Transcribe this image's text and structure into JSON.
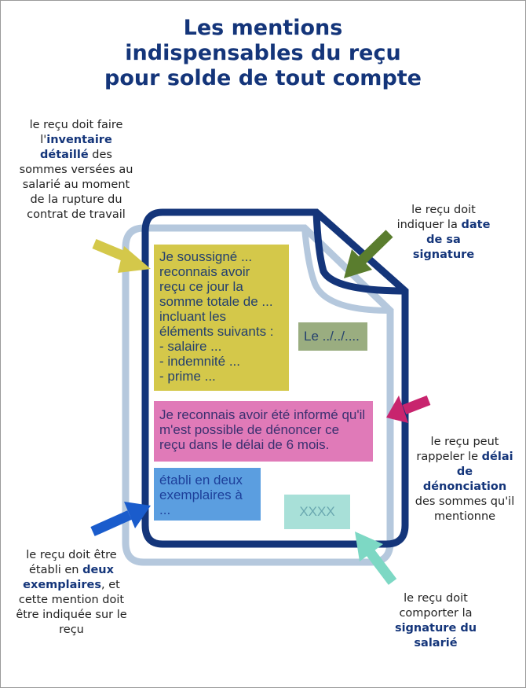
{
  "title": [
    "Les mentions",
    "indispensables du reçu",
    "pour solde de tout compte"
  ],
  "annotations": {
    "inventory": {
      "pre": "le reçu doit faire l'",
      "bold": "inventaire détaillé",
      "post": " des sommes versées au salarié au moment de la rupture du contrat de travail"
    },
    "date": {
      "pre": "le reçu doit indiquer la ",
      "bold": "date de sa signature",
      "post": ""
    },
    "delay": {
      "pre": "le reçu peut rappeler le ",
      "bold": "délai de dénonciation",
      "post": " des sommes qu'il mentionne"
    },
    "copies": {
      "pre": "le reçu doit être établi en ",
      "bold": "deux exemplaires",
      "post": ", et cette mention doit être indiquée sur le reçu"
    },
    "signature": {
      "pre": "le reçu doit comporter la ",
      "bold": "signature du salarié",
      "post": ""
    }
  },
  "document": {
    "statement_lines": [
      "Je soussigné ...",
      "reconnais avoir",
      "reçu ce jour la",
      "somme totale de ...",
      "incluant les",
      "éléments suivants :",
      "- salaire ...",
      "- indemnité ...",
      "- prime ..."
    ],
    "date_field": "Le ../../....",
    "delay_text": "Je reconnais avoir été informé qu'il m'est possible de dénoncer ce reçu dans le délai de 6 mois.",
    "copies_text": "établi en deux exemplaires à ...",
    "signature_field": "XXXX"
  },
  "colors": {
    "navy": "#14357a",
    "yellow": "#d4c84a",
    "green": "#5a7d2e",
    "magenta": "#c8246e",
    "blue": "#1a5ccc",
    "teal": "#7dd8c4"
  }
}
